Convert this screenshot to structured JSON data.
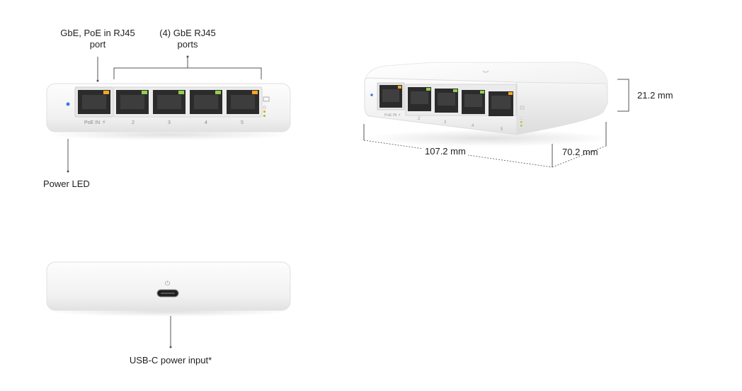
{
  "callouts": {
    "uplink_port_line1": "GbE, PoE in RJ45",
    "uplink_port_line2": "port",
    "gbe_ports_line1": "(4) GbE RJ45",
    "gbe_ports_line2": "ports",
    "power_led": "Power LED",
    "usbc_power": "USB-C power input*"
  },
  "dimensions": {
    "height": "21.2 mm",
    "width": "107.2 mm",
    "depth": "70.2 mm"
  },
  "front_panel": {
    "poe_in_label": "PoE IN",
    "port_numbers": [
      "2",
      "3",
      "4",
      "5"
    ]
  },
  "colors": {
    "led_blue": "#3b7be0",
    "led_amber": "#f5a623",
    "led_green": "#8fd14f"
  }
}
